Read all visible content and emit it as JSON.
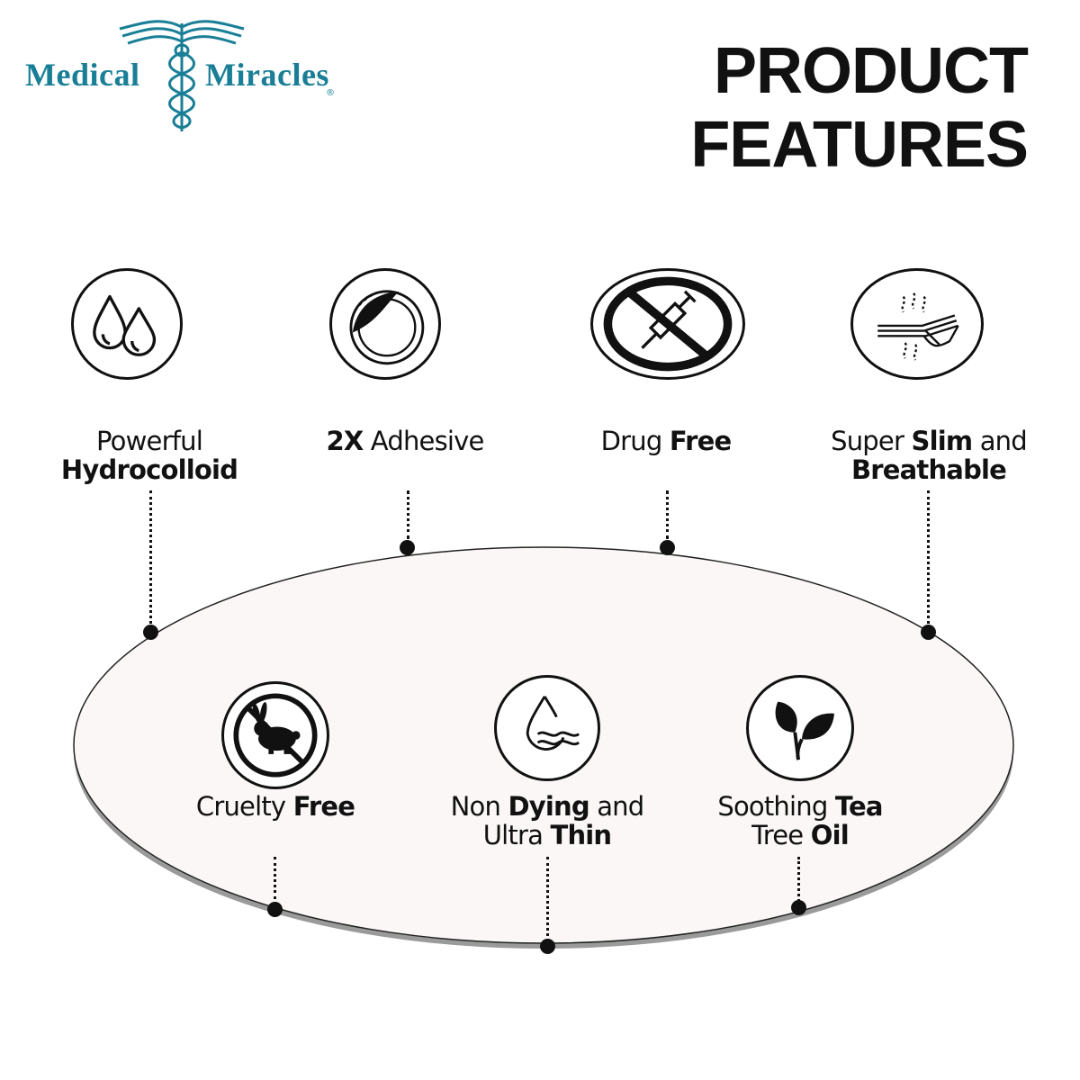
{
  "brand": {
    "name_left": "Medical",
    "name_right": "Miracles",
    "registered": "®",
    "logo_icon": "caduceus-icon",
    "brand_color": "#1a7f96"
  },
  "title": {
    "line1": "PRODUCT",
    "line2": "FEATURES"
  },
  "features_top": [
    {
      "icon": "water-drops-icon",
      "line1_plain": "Powerful",
      "line2_bold": "Hydrocolloid"
    },
    {
      "icon": "adhesive-patch-icon",
      "bold": "2X",
      "plain": " Adhesive"
    },
    {
      "icon": "no-syringe-icon",
      "plain": "Drug ",
      "bold": "Free"
    },
    {
      "icon": "layers-breathable-icon",
      "line1_plain_a": "Super ",
      "line1_bold": "Slim",
      "line1_plain_b": " and",
      "line2_bold": "Breathable"
    }
  ],
  "features_bottom": [
    {
      "icon": "no-rabbit-icon",
      "plain": "Cruelty ",
      "bold": "Free"
    },
    {
      "icon": "drop-wave-icon",
      "line1_plain_a": "Non ",
      "line1_bold": "Dying",
      "line1_plain_b": " and",
      "line2_plain": "Ultra ",
      "line2_bold": "Thin"
    },
    {
      "icon": "leaves-icon",
      "line1_plain": "Soothing ",
      "line1_bold": "Tea",
      "line2_plain": "Tree ",
      "line2_bold": "Oil"
    }
  ],
  "colors": {
    "ink": "#111111",
    "oval_fill": "#fbf7f7",
    "oval_edge": "#8a8a8a"
  }
}
